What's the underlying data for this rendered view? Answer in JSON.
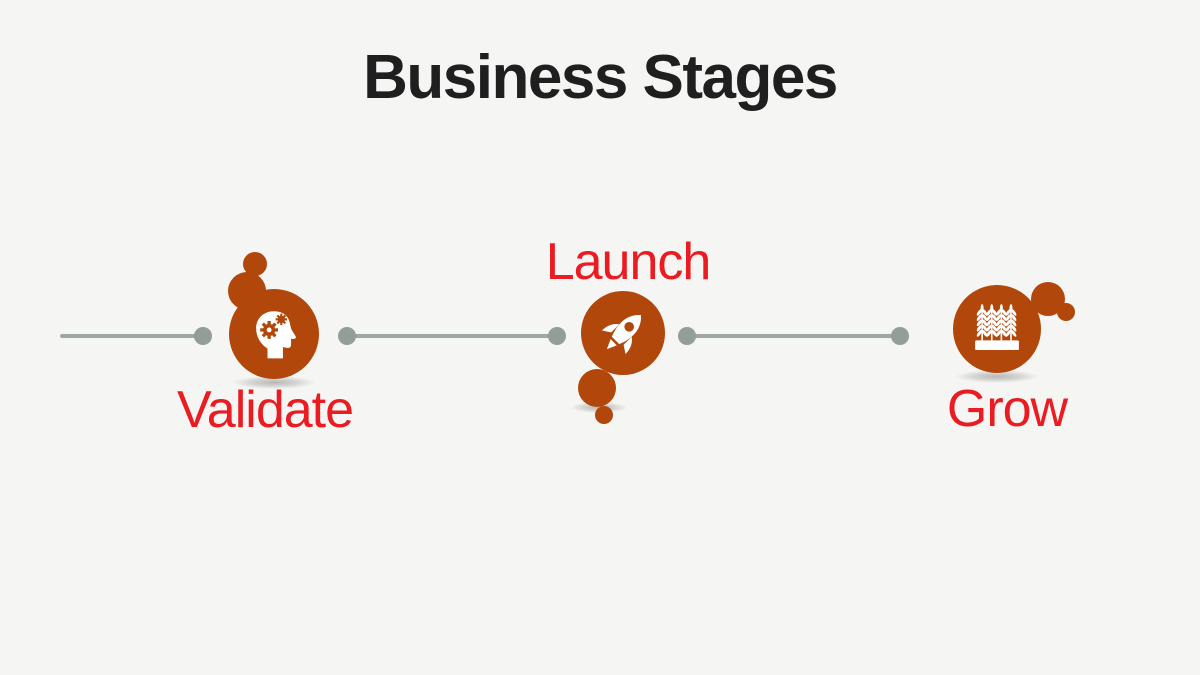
{
  "slide": {
    "title": "Business Stages",
    "background_color": "#f5f5f4",
    "title_color": "#1f1f1f",
    "stage_circle_color": "#b1470a",
    "stage_label_color": "#ea1c21",
    "timeline_color": "#9ea7a2"
  },
  "stages": [
    {
      "label": "Validate",
      "icon": "head-with-gears-icon",
      "label_position": "below"
    },
    {
      "label": "Launch",
      "icon": "rocket-icon",
      "label_position": "above"
    },
    {
      "label": "Grow",
      "icon": "wheat-crops-icon",
      "label_position": "below"
    }
  ]
}
